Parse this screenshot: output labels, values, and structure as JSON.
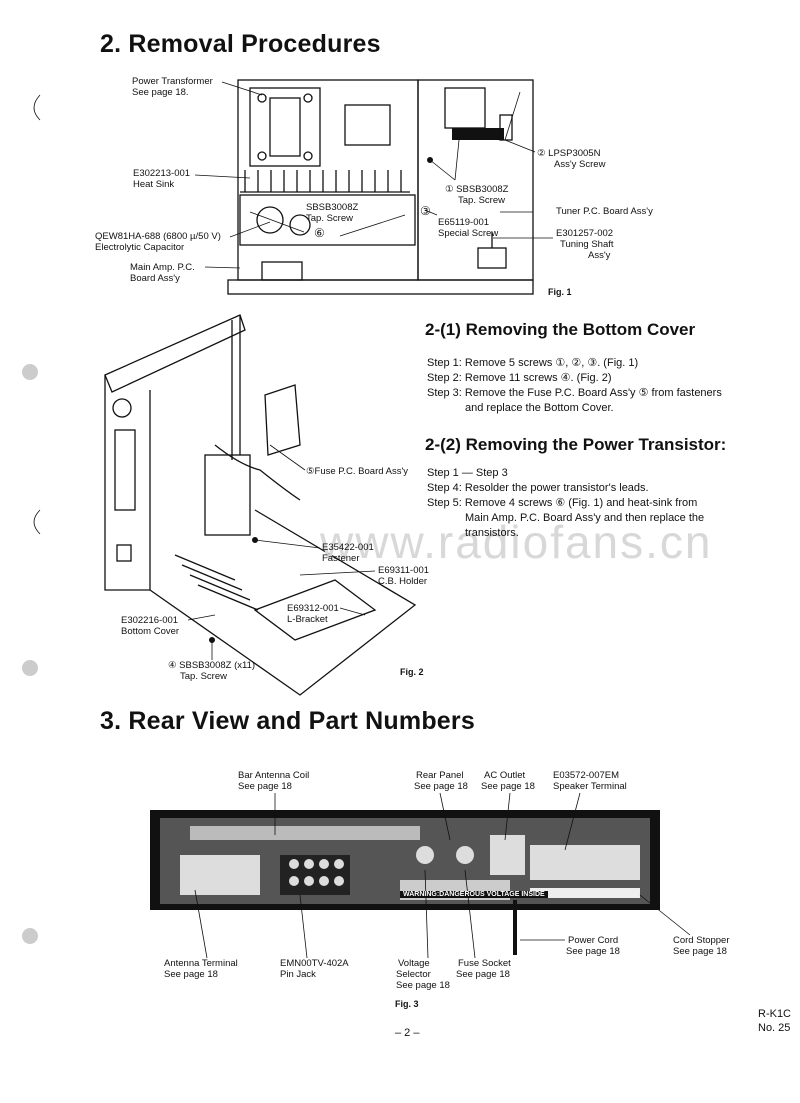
{
  "section2": {
    "title": "2. Removal Procedures",
    "fig1_labels": {
      "power_transformer": "Power Transformer",
      "power_transformer_ref": "See page 18.",
      "heat_sink_pn": "E302213-001",
      "heat_sink": "Heat Sink",
      "capacitor_pn": "QEW81HA-688 (6800 µ/50 V)",
      "capacitor": "Electrolytic Capacitor",
      "main_amp_1": "Main Amp. P.C.",
      "main_amp_2": "Board Ass'y",
      "screw_6_pn": "SBSB3008Z",
      "screw_6_name": "Tap. Screw",
      "screw_6_mark": "⑥",
      "screw_2": "② LPSP3005N",
      "screw_2_name": "Ass'y Screw",
      "screw_1": "① SBSB3008Z",
      "screw_1_name": "Tap. Screw",
      "screw_3_mark": "③",
      "screw_3_pn": "E65119-001",
      "screw_3_name": "Special Screw",
      "tuner_board": "Tuner P.C. Board Ass'y",
      "tuning_shaft_pn": "E301257-002",
      "tuning_shaft_1": "Tuning Shaft",
      "tuning_shaft_2": "Ass'y",
      "caption": "Fig. 1"
    },
    "sub1": {
      "title": "2-(1) Removing the Bottom Cover",
      "steps": [
        "Step 1: Remove 5 screws ①, ②, ③. (Fig. 1)",
        "Step 2: Remove 11 screws ④. (Fig. 2)",
        "Step 3: Remove the Fuse P.C. Board Ass'y ⑤ from fasteners",
        "and replace the Bottom Cover."
      ]
    },
    "sub2": {
      "title": "2-(2) Removing the Power Transistor:",
      "steps": [
        "Step 1 — Step 3",
        "Step 4: Resolder the power transistor's leads.",
        "Step 5: Remove 4 screws ⑥ (Fig. 1) and heat-sink from",
        "Main Amp. P.C. Board Ass'y and then replace the",
        "transistors."
      ]
    },
    "fig2_labels": {
      "fuse_board": "⑤Fuse P.C. Board Ass'y",
      "fastener_pn": "E35422-001",
      "fastener": "Fastener",
      "cb_holder_pn": "E69311-001",
      "cb_holder": "C.B. Holder",
      "l_bracket_pn": "E69312-001",
      "l_bracket": "L-Bracket",
      "bottom_cover_pn": "E302216-001",
      "bottom_cover": "Bottom Cover",
      "screw_4": "④ SBSB3008Z (x11)",
      "screw_4_name": "Tap. Screw",
      "caption": "Fig. 2"
    }
  },
  "section3": {
    "title": "3. Rear View and Part Numbers",
    "labels": {
      "bar_antenna": "Bar Antenna Coil",
      "bar_antenna_ref": "See page 18",
      "rear_panel": "Rear Panel",
      "rear_panel_ref": "See page 18",
      "ac_outlet": "AC Outlet",
      "ac_outlet_ref": "See page 18",
      "speaker_pn": "E03572-007EM",
      "speaker": "Speaker Terminal",
      "power_cord": "Power Cord",
      "power_cord_ref": "See page 18",
      "cord_stopper": "Cord Stopper",
      "cord_stopper_ref": "See page 18",
      "antenna_terminal": "Antenna Terminal",
      "antenna_terminal_ref": "See page 18",
      "pin_jack_pn": "EMN00TV-402A",
      "pin_jack": "Pin Jack",
      "voltage_1": "Voltage",
      "voltage_2": "Selector",
      "voltage_ref": "See page 18",
      "fuse_socket": "Fuse Socket",
      "fuse_socket_ref": "See page 18",
      "panel_warning": "WARNING:DANGEROUS VOLTAGE INSIDE",
      "caption": "Fig. 3"
    }
  },
  "footer": {
    "page": "– 2 –",
    "model": "R-K1C",
    "number": "No. 25"
  },
  "watermark": "www.radiofans.cn"
}
